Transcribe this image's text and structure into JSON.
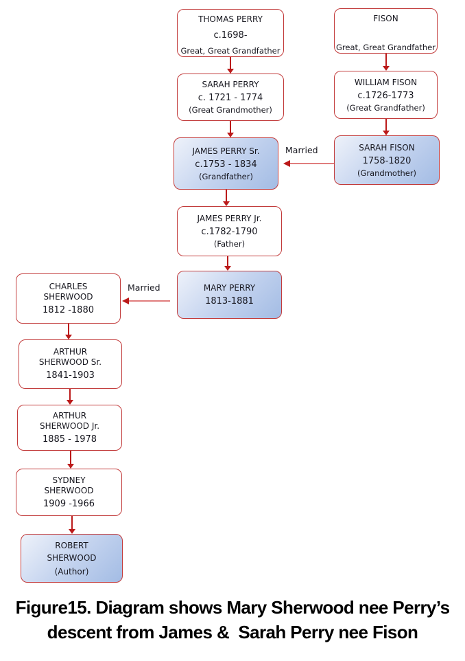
{
  "diagram": {
    "title": "Family tree of Mary Sherwood nee Perry",
    "married_label": "Married",
    "nodes": [
      {
        "id": "thomas-perry",
        "highlight": false,
        "lines": [
          "THOMAS PERRY",
          "c.1698-",
          "Great, Great Grandfather"
        ]
      },
      {
        "id": "fison",
        "highlight": false,
        "lines": [
          "FISON",
          "Great, Great Grandfather"
        ]
      },
      {
        "id": "sarah-perry",
        "highlight": false,
        "lines": [
          "SARAH PERRY",
          "c. 1721 - 1774",
          "(Great Grandmother)"
        ]
      },
      {
        "id": "william-fison",
        "highlight": false,
        "lines": [
          "WILLIAM FISON",
          "c.1726-1773",
          "(Great Grandfather)"
        ]
      },
      {
        "id": "james-perry-sr",
        "highlight": true,
        "lines": [
          "JAMES PERRY Sr.",
          "c.1753 - 1834",
          "(Grandfather)"
        ]
      },
      {
        "id": "sarah-fison",
        "highlight": true,
        "lines": [
          "SARAH FISON",
          "1758-1820",
          "(Grandmother)"
        ]
      },
      {
        "id": "james-perry-jr",
        "highlight": false,
        "lines": [
          "JAMES PERRY Jr.",
          "c.1782-1790",
          "(Father)"
        ]
      },
      {
        "id": "mary-perry",
        "highlight": true,
        "lines": [
          "MARY PERRY",
          "1813-1881"
        ]
      },
      {
        "id": "charles-sherwood",
        "highlight": false,
        "lines": [
          "CHARLES",
          "SHERWOOD",
          "1812 -1880"
        ]
      },
      {
        "id": "arthur-sherwood-sr",
        "highlight": false,
        "lines": [
          "ARTHUR",
          "SHERWOOD Sr.",
          "1841-1903"
        ]
      },
      {
        "id": "arthur-sherwood-jr",
        "highlight": false,
        "lines": [
          "ARTHUR",
          "SHERWOOD Jr.",
          "1885 - 1978"
        ]
      },
      {
        "id": "sydney-sherwood",
        "highlight": false,
        "lines": [
          "SYDNEY",
          "SHERWOOD",
          "1909 -1966"
        ]
      },
      {
        "id": "robert-sherwood",
        "highlight": true,
        "lines": [
          "ROBERT",
          "SHERWOOD",
          "(Author)"
        ]
      }
    ],
    "caption": {
      "line1": "Figure15. Diagram shows Mary Sherwood nee Perry’s",
      "line2": "descent from James &  Sarah Perry nee Fison"
    },
    "colors": {
      "box_border": "#c23b3b",
      "arrow": "#bb1a1a",
      "married_line": "#e07d7d",
      "highlight_gradient_start": "#eef2fa",
      "highlight_gradient_end": "#a3bce4",
      "text": "#17171f"
    }
  }
}
